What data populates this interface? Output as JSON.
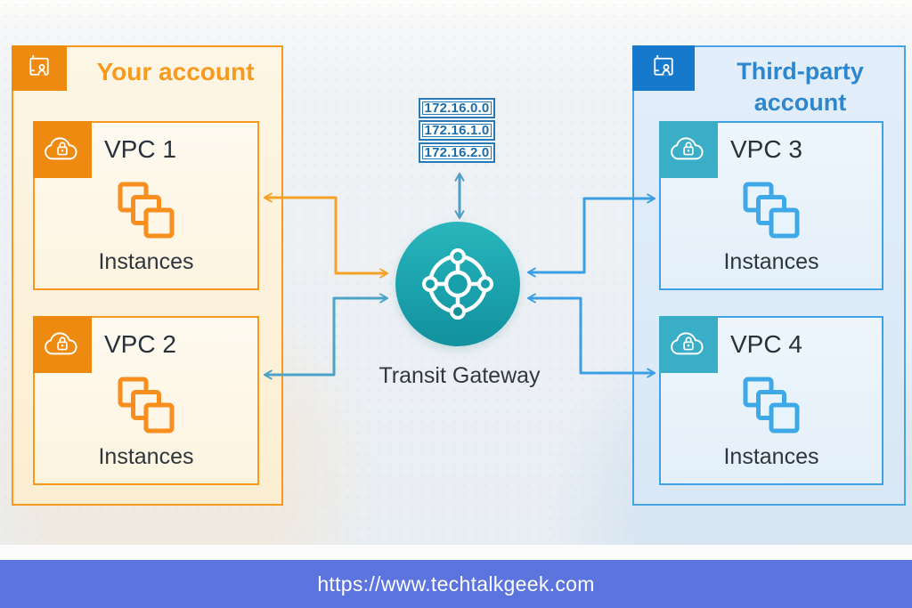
{
  "your_account": {
    "label": "Your account",
    "vpcs": [
      {
        "title": "VPC 1",
        "instances_label": "Instances"
      },
      {
        "title": "VPC 2",
        "instances_label": "Instances"
      }
    ]
  },
  "third_party_account": {
    "label": "Third-party account",
    "vpcs": [
      {
        "title": "VPC 3",
        "instances_label": "Instances"
      },
      {
        "title": "VPC 4",
        "instances_label": "Instances"
      }
    ]
  },
  "transit_gateway": {
    "label": "Transit Gateway"
  },
  "route_entries": [
    "172.16.0.0",
    "172.16.1.0",
    "172.16.2.0"
  ],
  "footer": {
    "url": "https://www.techtalkgeek.com"
  },
  "colors": {
    "accent_orange": "#F8991D",
    "badge_orange": "#EE8A10",
    "account_blue_badge": "#1779CC",
    "accent_blue": "#3EA2E4",
    "title_blue": "#2E86CD",
    "vpc_teal_badge": "#3AAEC6",
    "transit_teal": "#1AA2AC",
    "route_box_blue": "#2A79B7",
    "arrow_teal": "#4BA3C7",
    "footer_bg": "#5B74DE"
  }
}
